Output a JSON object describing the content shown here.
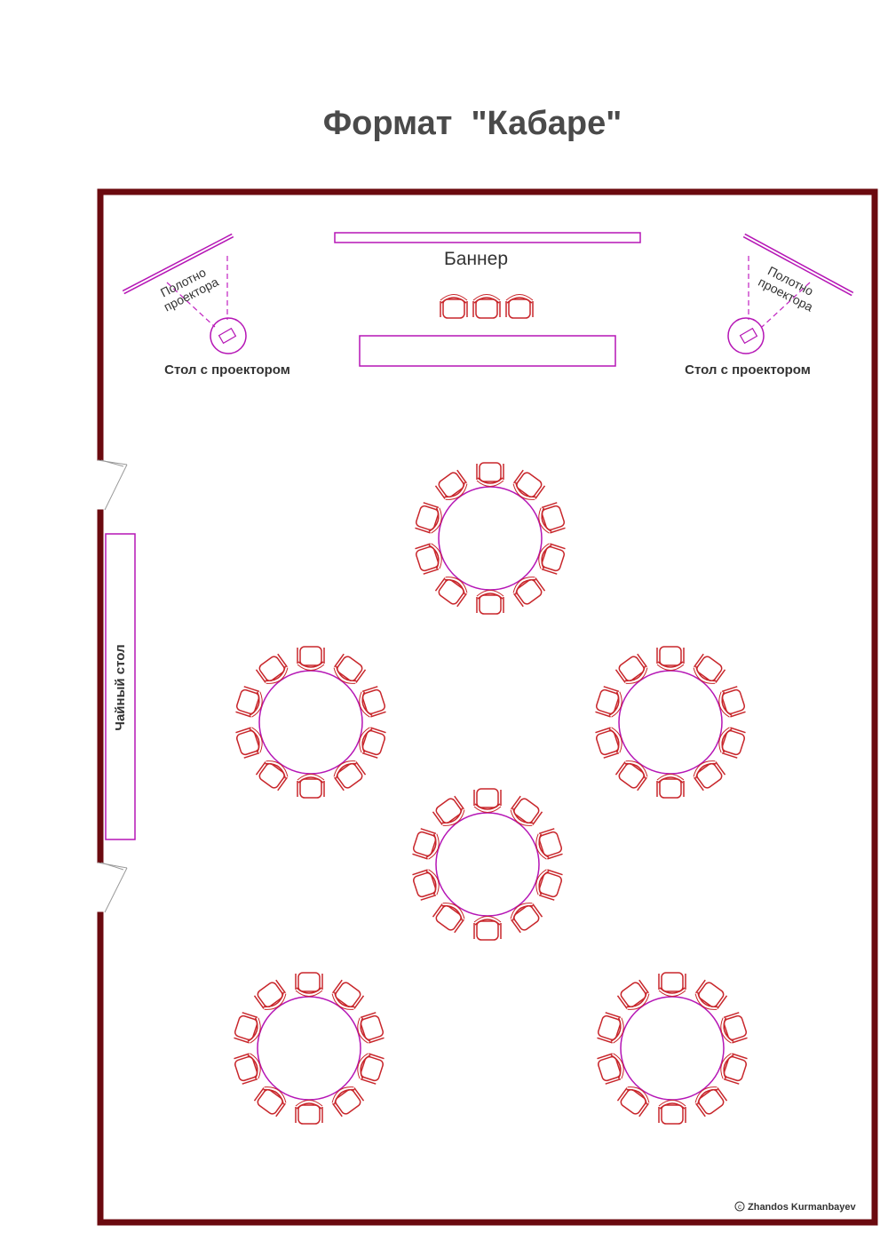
{
  "title": "Формат  \"Кабаре\"",
  "labels": {
    "banner": "Баннер",
    "screen_left": [
      "Полотно",
      "проектора"
    ],
    "screen_right": [
      "Полотно",
      "проектора"
    ],
    "projector_table_left": "Стол с проектором",
    "projector_table_right": "Стол с проектором",
    "tea_table": "Чайный стол",
    "copyright_symbol": "c",
    "copyright": "Zhandos Kurmanbayev"
  },
  "colors": {
    "wall": "#6b0a0f",
    "furniture": "#b515b5",
    "chair": "#c8262b",
    "dash": "#c020c0",
    "text": "#333333"
  },
  "counts": {
    "round_tables": 6,
    "chairs_per_table": 10,
    "presidium_chairs": 3
  }
}
